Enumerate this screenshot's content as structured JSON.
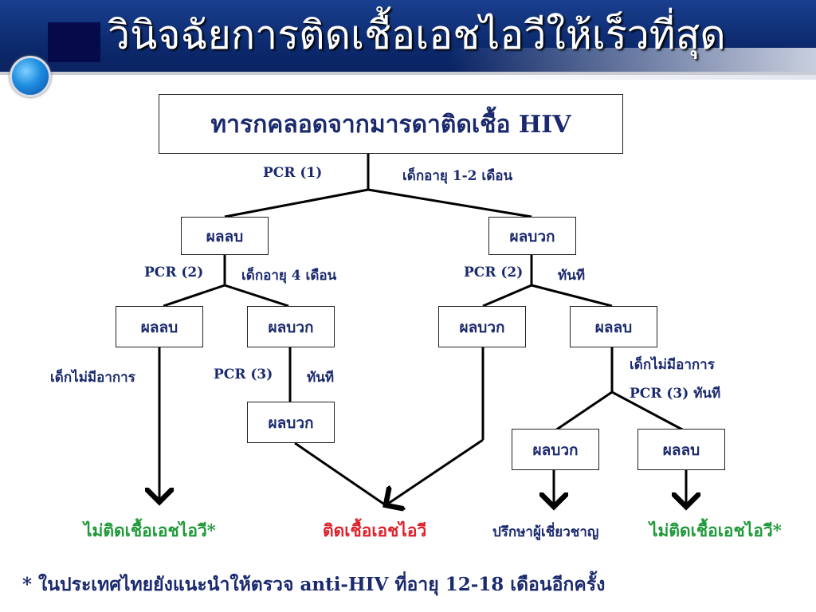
{
  "header": {
    "title": "วินิจฉัยการติดเชื้อเอชไอวีให้เร็วที่สุด"
  },
  "diagram": {
    "root": "ทารกคลอดจากมารดาติดเชื้อ HIV",
    "labels": {
      "pcr1": "PCR (1)",
      "age_1_2": "เด็กอายุ 1-2 เดือน",
      "pcr2_left": "PCR (2)",
      "age_4": "เด็กอายุ 4 เดือน",
      "pcr2_right": "PCR (2)",
      "immediately_right": "ทันที",
      "no_symptom_left": "เด็กไม่มีอาการ",
      "pcr3_mid": "PCR (3)",
      "immediately_mid": "ทันที",
      "no_symptom_right": "เด็กไม่มีอาการ",
      "pcr3_right": "PCR (3) ทันที"
    },
    "nodes": {
      "neg_l1": "ผลลบ",
      "pos_l1": "ผลบวก",
      "neg_l2a": "ผลลบ",
      "pos_l2b": "ผลบวก",
      "pos_l2c": "ผลบวก",
      "neg_l2d": "ผลลบ",
      "pos_l3b": "ผลบวก",
      "pos_l3d": "ผลบวก",
      "neg_l3d": "ผลลบ"
    },
    "outcomes": {
      "not_infected_left": "ไม่ติดเชื้อเอชไอวี*",
      "infected": "ติดเชื้อเอชไอวี",
      "consult": "ปรึกษาผู้เชี่ยวชาญ",
      "not_infected_right": "ไม่ติดเชื้อเอชไอวี*"
    }
  },
  "footnote": "* ในประเทศไทยยังแนะนำให้ตรวจ anti-HIV ที่อายุ 12-18 เดือนอีกครั้ง",
  "colors": {
    "banner": "#0c2a6e",
    "text_navy": "#1b2a6e",
    "green": "#1f9a3a",
    "red": "#e0202a"
  }
}
